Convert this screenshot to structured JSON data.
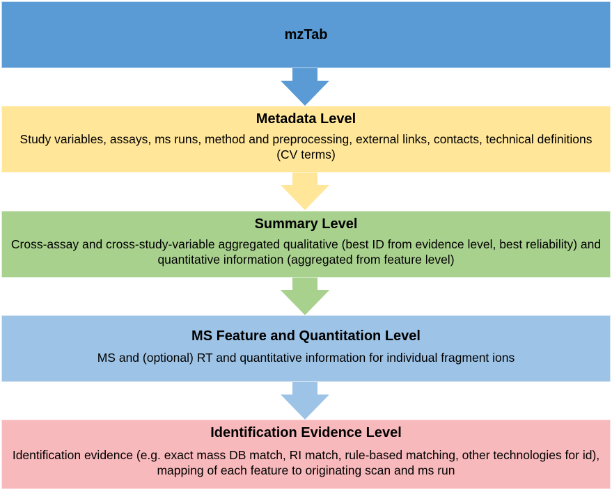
{
  "boxes": {
    "top": {
      "title": "mzTab",
      "color": "#5b9bd5"
    },
    "metadata": {
      "title": "Metadata Level",
      "description": "Study variables, assays, ms runs, method and preprocessing, external links, contacts, technical definitions (CV terms)",
      "color": "#ffe699"
    },
    "summary": {
      "title": "Summary Level",
      "description": "Cross-assay and cross-study-variable aggregated qualitative (best ID from evidence level, best reliability) and quantitative information (aggregated from feature level)",
      "color": "#a9d18e"
    },
    "ms_feature": {
      "title": "MS Feature and Quantitation Level",
      "description": "MS and (optional) RT and quantitative information for individual fragment ions",
      "color": "#9dc3e6"
    },
    "identification": {
      "title": "Identification Evidence Level",
      "description": "Identification evidence (e.g. exact mass DB match, RI match, rule-based matching, other technologies for id), mapping of each feature to originating scan and ms run",
      "color": "#f8b9bc"
    }
  },
  "arrows": [
    {
      "name": "arrow-down-icon",
      "color": "#5b9bd5"
    },
    {
      "name": "arrow-down-icon",
      "color": "#ffe699"
    },
    {
      "name": "arrow-down-icon",
      "color": "#a9d18e"
    },
    {
      "name": "arrow-down-icon",
      "color": "#9dc3e6"
    }
  ]
}
